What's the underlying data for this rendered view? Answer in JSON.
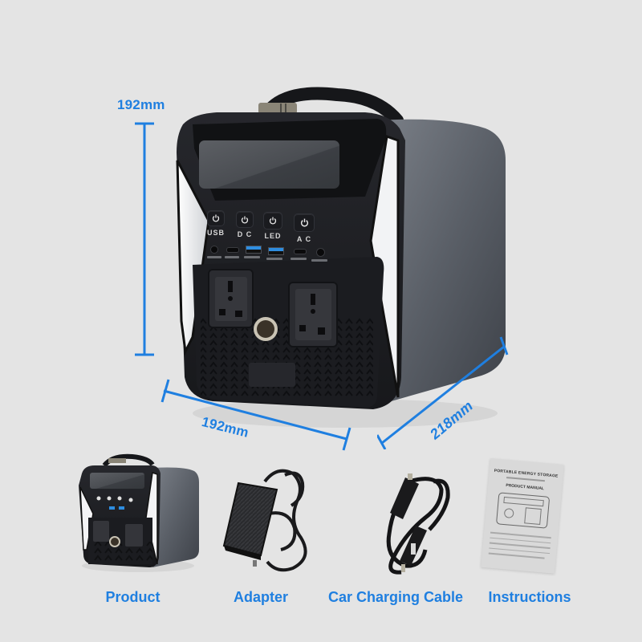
{
  "colors": {
    "background": "#e4e4e4",
    "accent_blue": "#1f7fe0",
    "product_body_dark": "#1c1d21",
    "product_side_gray": "#5a5f66",
    "usb_port_blue": "#2e8de0"
  },
  "dimensions": {
    "height_label": "192mm",
    "width_label": "192mm",
    "depth_label": "218mm"
  },
  "product": {
    "buttons": [
      {
        "label": "USB",
        "icon": "power-icon"
      },
      {
        "label": "D C",
        "icon": "power-icon"
      },
      {
        "label": "LED",
        "icon": "power-icon"
      },
      {
        "label": "A C",
        "icon": "power-icon"
      }
    ],
    "ports": [
      {
        "type": "dc-jack"
      },
      {
        "type": "usb-c"
      },
      {
        "type": "usb-a"
      },
      {
        "type": "usb-a"
      },
      {
        "type": "usb-c"
      },
      {
        "type": "dc-jack"
      }
    ],
    "ac_outlets": 2,
    "car_socket": 1
  },
  "accessories": [
    {
      "label": "Product"
    },
    {
      "label": "Adapter"
    },
    {
      "label": "Car Charging Cable"
    },
    {
      "label": "Instructions"
    }
  ],
  "manual": {
    "title": "PORTABLE ENERGY STORAGE",
    "subtitle": "PRODUCT MANUAL"
  }
}
